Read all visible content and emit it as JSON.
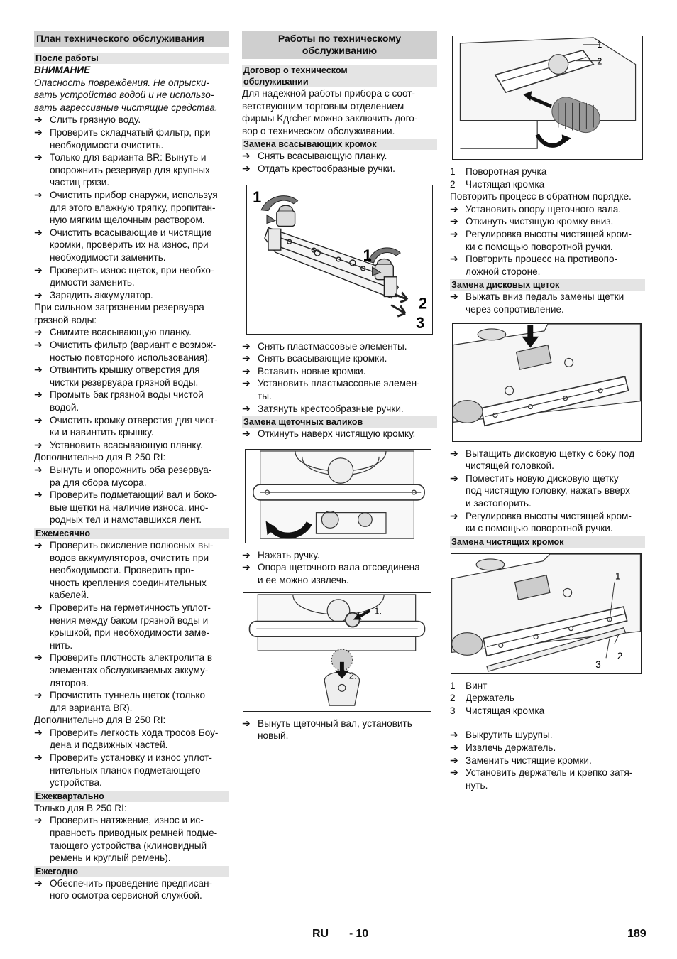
{
  "arrow": "➔",
  "col1": {
    "title": "План технического обслуживания",
    "after_work": {
      "heading": "После работы",
      "warning_title": "ВНИМАНИЕ",
      "warning_text": [
        "Опасность повреждения. Не опрыски-",
        "вать устройство водой и не использо-",
        "вать агрессивные чистящие средства."
      ],
      "items": [
        [
          "Слить грязную воду."
        ],
        [
          "Проверить складчатый фильтр, при",
          "необходимости очистить."
        ],
        [
          "Только для варианта BR: Вынуть и",
          "опорожнить резервуар для крупных",
          "частиц грязи."
        ],
        [
          "Очистить прибор снаружи, используя",
          "для этого влажную тряпку, пропитан-",
          "ную мягким щелочным раствором."
        ],
        [
          "Очистить всасывающие и чистящие",
          "кромки, проверить их на износ, при",
          "необходимости заменить."
        ],
        [
          "Проверить износ щеток, при необхо-",
          "димости заменить."
        ],
        [
          "Зарядить аккумулятор."
        ]
      ],
      "dirty_text": [
        "При сильном загрязнении резервуара",
        "грязной воды:"
      ],
      "dirty_items": [
        [
          "Снимите всасывающую планку."
        ],
        [
          "Очистить фильтр (вариант с возмож-",
          "ностью повторного использования)."
        ],
        [
          "Отвинтить крышку отверстия для",
          "чистки резервуара грязной воды."
        ],
        [
          "Промыть бак грязной воды чистой",
          "водой."
        ],
        [
          "Очистить кромку отверстия для чист-",
          "ки и навинтить крышку."
        ],
        [
          "Установить всасывающую планку."
        ]
      ],
      "extra_text": "Дополнительно для B 250 RI:",
      "extra_items": [
        [
          "Вынуть и опорожнить оба резервуа-",
          "ра для сбора мусора."
        ],
        [
          "Проверить подметающий вал и боко-",
          "вые щетки на наличие износа, ино-",
          "родных тел и намотавшихся лент."
        ]
      ]
    },
    "monthly": {
      "heading": "Ежемесячно",
      "items": [
        [
          "Проверить окисление полюсных вы-",
          "водов аккумуляторов, очистить при",
          "необходимости. Проверить про-",
          "чность крепления соединительных",
          "кабелей."
        ],
        [
          "Проверить на герметичность уплот-",
          "нения между баком грязной воды и",
          "крышкой, при необходимости заме-",
          "нить."
        ],
        [
          "Проверить плотность электролита в",
          "элементах обслуживаемых аккуму-",
          "ляторов."
        ],
        [
          "Прочистить туннель щеток (только",
          "для варианта BR)."
        ]
      ],
      "extra_text": "Дополнительно для B 250 RI:",
      "extra_items": [
        [
          "Проверить легкость хода тросов Боу-",
          "дена и подвижных частей."
        ],
        [
          "Проверить установку и износ уплот-",
          "нительных планок подметающего",
          "устройства."
        ]
      ]
    },
    "quarterly": {
      "heading": "Ежеквартально",
      "text": "Только для B 250 RI:",
      "items": [
        [
          "Проверить натяжение, износ и ис-",
          "правность приводных ремней подме-",
          "тающего устройства (клиновидный",
          "ремень и круглый ремень)."
        ]
      ]
    },
    "yearly": {
      "heading": "Ежегодно",
      "items": [
        [
          "Обеспечить проведение предписан-",
          "ного осмотра сервисной службой."
        ]
      ]
    }
  },
  "col2": {
    "title": [
      "Работы по техническому",
      "обслуживанию"
    ],
    "contract": {
      "heading": [
        "Договор о техническом",
        "обслуживании"
      ],
      "text": [
        "Для надежной работы прибора с соот-",
        "ветствующим торговым отделением",
        "фирмы Kдrcher можно заключить дого-",
        "вор о техническом обслуживании."
      ]
    },
    "suction": {
      "heading": "Замена всасывающих кромок",
      "items_before": [
        [
          "Снять всасывающую планку."
        ],
        [
          "Отдать крестообразные ручки."
        ]
      ],
      "figure_labels": [
        "1",
        "1",
        "2",
        "3"
      ],
      "items_after": [
        [
          "Снять пластмассовые элементы."
        ],
        [
          "Снять всасывающие кромки."
        ],
        [
          "Вставить новые кромки."
        ],
        [
          "Установить пластмассовые элемен-",
          "ты."
        ],
        [
          "Затянуть крестообразные ручки."
        ]
      ]
    },
    "rollers": {
      "heading": "Замена щеточных валиков",
      "items1": [
        [
          "Откинуть наверх чистящую кромку."
        ]
      ],
      "items2": [
        [
          "Нажать ручку."
        ],
        [
          "Опора щеточного вала отсоединена",
          "и ее можно извлечь."
        ]
      ],
      "figure_labels": [
        "1.",
        "2."
      ],
      "items3": [
        [
          "Вынуть щеточный вал, установить",
          "новый."
        ]
      ]
    }
  },
  "col3": {
    "figure1_labels": [
      "1",
      "2"
    ],
    "legend1": [
      [
        "1",
        "Поворотная ручка"
      ],
      [
        "2",
        "Чистящая кромка"
      ]
    ],
    "repeat_text": "Повторить процесс в обратном порядке.",
    "items1": [
      [
        "Установить опору щеточного вала."
      ],
      [
        "Откинуть чистящую кромку вниз."
      ],
      [
        "Регулировка высоты чистящей кром-",
        "ки с помощью поворотной ручки."
      ],
      [
        "Повторить процесс на противопо-",
        "ложной стороне."
      ]
    ],
    "disc": {
      "heading": "Замена дисковых щеток",
      "items1": [
        [
          "Выжать вниз педаль замены щетки",
          "через сопротивление."
        ]
      ],
      "items2": [
        [
          "Вытащить дисковую щетку с боку под",
          "чистящей головкой."
        ],
        [
          "Поместить новую дисковую щетку",
          "под чистящую головку, нажать вверх",
          "и застопорить."
        ],
        [
          "Регулировка высоты чистящей кром-",
          "ки с помощью поворотной ручки."
        ]
      ]
    },
    "blades": {
      "heading": "Замена чистящих кромок",
      "figure_labels": [
        "1",
        "2",
        "3"
      ],
      "legend": [
        [
          "1",
          "Винт"
        ],
        [
          "2",
          "Держатель"
        ],
        [
          "3",
          "Чистящая кромка"
        ]
      ],
      "items": [
        [
          "Выкрутить шурупы."
        ],
        [
          "Извлечь держатель."
        ],
        [
          "Заменить чистящие кромки."
        ],
        [
          "Установить держатель и крепко затя-",
          "нуть."
        ]
      ]
    }
  },
  "footer": {
    "lang": "RU",
    "dash": "-",
    "sub": "10",
    "page": "189"
  }
}
